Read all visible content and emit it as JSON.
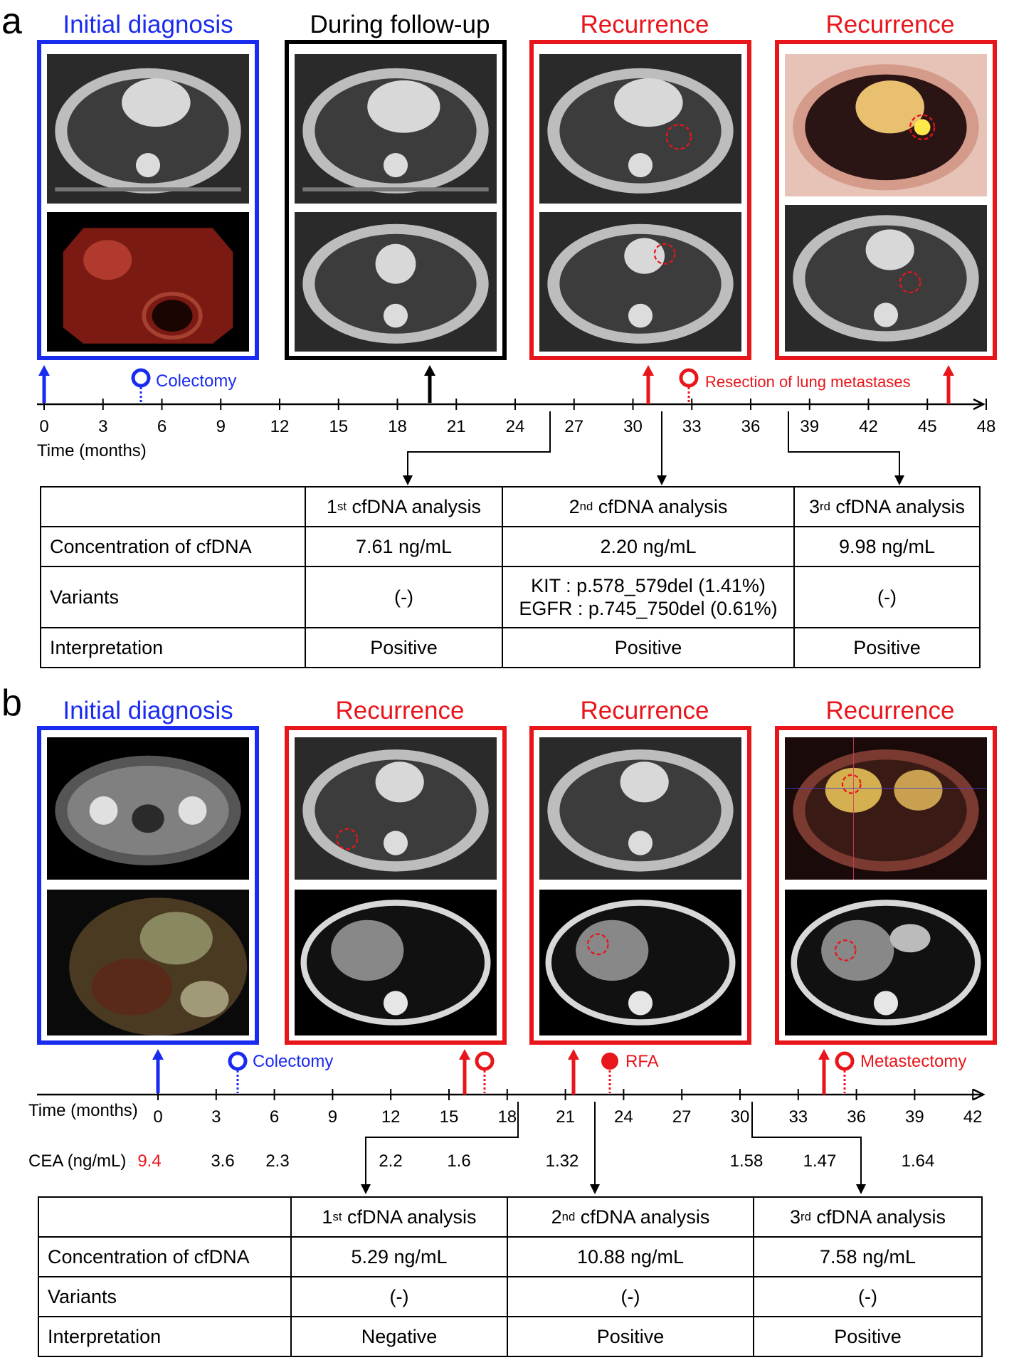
{
  "colors": {
    "blue": "#1a2bf0",
    "red": "#e8151b",
    "black": "#000000"
  },
  "panel_a": {
    "letter": "a",
    "titles": [
      "Initial diagnosis",
      "During follow-up",
      "Recurrence",
      "Recurrence"
    ],
    "images": [
      [
        "chest-ct-scan",
        "endoscopy-image"
      ],
      [
        "chest-ct-scan",
        "chest-ct-scan"
      ],
      [
        "chest-ct-scan-with-lesion-circle",
        "chest-ct-scan-with-lesion-circle"
      ],
      [
        "pet-ct-scan-with-lesion-circle",
        "chest-ct-scan-with-lesion-circle"
      ]
    ],
    "timeline": {
      "ticks": [
        "0",
        "3",
        "6",
        "9",
        "12",
        "15",
        "18",
        "21",
        "24",
        "27",
        "30",
        "33",
        "36",
        "39",
        "42",
        "45",
        "48"
      ],
      "axis_label": "Time (months)",
      "events": {
        "colectomy": "Colectomy",
        "resection": "Resection of lung metastases"
      }
    },
    "table": {
      "headers": [
        {
          "ord": "1",
          "sup": "st",
          "rest": " cfDNA analysis"
        },
        {
          "ord": "2",
          "sup": "nd",
          "rest": " cfDNA analysis"
        },
        {
          "ord": "3",
          "sup": "rd",
          "rest": " cfDNA analysis"
        }
      ],
      "rows": [
        {
          "label": "Concentration of cfDNA",
          "cells": [
            "7.61 ng/mL",
            "2.20 ng/mL",
            "9.98 ng/mL"
          ]
        },
        {
          "label": "Variants",
          "cells": [
            "(-)",
            "KIT : p.578_579del (1.41%)\nEGFR : p.745_750del (0.61%)",
            "(-)"
          ]
        },
        {
          "label": "Interpretation",
          "cells": [
            "Positive",
            "Positive",
            "Positive"
          ]
        }
      ]
    }
  },
  "panel_b": {
    "letter": "b",
    "titles": [
      "Initial diagnosis",
      "Recurrence",
      "Recurrence",
      "Recurrence"
    ],
    "images": [
      [
        "pelvic-ct-scan",
        "endoscopy-image"
      ],
      [
        "chest-ct-scan-with-lesion-circle",
        "abdominal-ct-scan"
      ],
      [
        "chest-ct-scan",
        "abdominal-ct-scan-with-lesion-circle"
      ],
      [
        "pet-ct-scan-with-lesion-circle",
        "abdominal-ct-scan-with-lesion-circle"
      ]
    ],
    "timeline": {
      "ticks": [
        "0",
        "3",
        "6",
        "9",
        "12",
        "15",
        "18",
        "21",
        "24",
        "27",
        "30",
        "33",
        "36",
        "39",
        "42"
      ],
      "axis_label": "Time (months)",
      "events": {
        "colectomy": "Colectomy",
        "rfa": "RFA",
        "metastectomy": "Metastectomy"
      }
    },
    "cea": {
      "label": "CEA (ng/mL)",
      "values": [
        {
          "text": "9.4",
          "elevated": true
        },
        {
          "text": "3.6",
          "elevated": false
        },
        {
          "text": "2.3",
          "elevated": false
        },
        {
          "text": "2.2",
          "elevated": false
        },
        {
          "text": "1.6",
          "elevated": false
        },
        {
          "text": "1.32",
          "elevated": false
        },
        {
          "text": "1.58",
          "elevated": false
        },
        {
          "text": "1.47",
          "elevated": false
        },
        {
          "text": "1.64",
          "elevated": false
        }
      ]
    },
    "table": {
      "headers": [
        {
          "ord": "1",
          "sup": "st",
          "rest": " cfDNA analysis"
        },
        {
          "ord": "2",
          "sup": "nd",
          "rest": " cfDNA analysis"
        },
        {
          "ord": "3",
          "sup": "rd",
          "rest": " cfDNA analysis"
        }
      ],
      "rows": [
        {
          "label": "Concentration of cfDNA",
          "cells": [
            "5.29 ng/mL",
            "10.88 ng/mL",
            "7.58 ng/mL"
          ]
        },
        {
          "label": "Variants",
          "cells": [
            "(-)",
            "(-)",
            "(-)"
          ]
        },
        {
          "label": "Interpretation",
          "cells": [
            "Negative",
            "Positive",
            "Positive"
          ]
        }
      ]
    }
  }
}
